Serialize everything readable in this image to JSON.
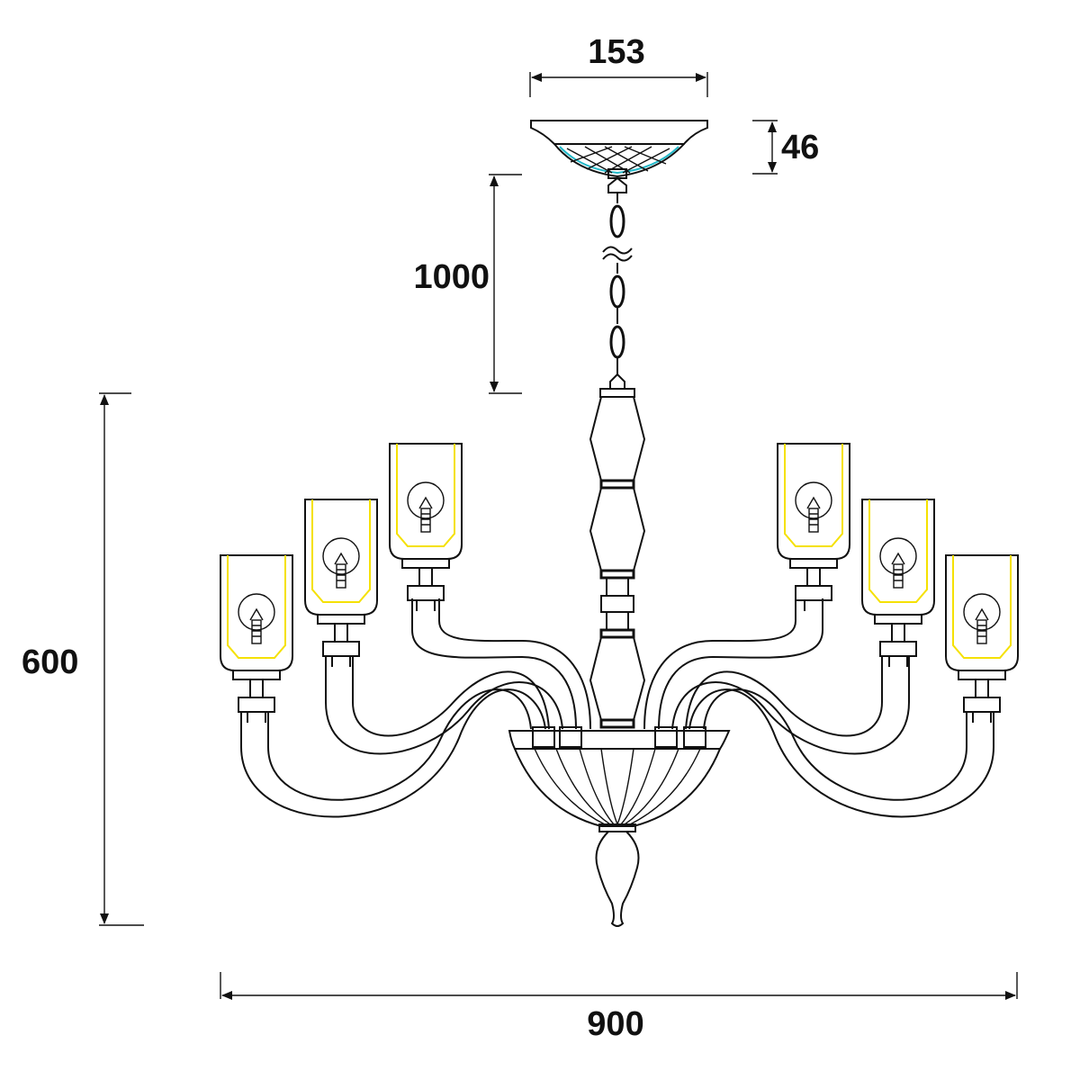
{
  "dimensions": {
    "canopy_width": "153",
    "canopy_height": "46",
    "chain_length": "1000",
    "body_height": "600",
    "overall_width": "900"
  },
  "colors": {
    "line": "#111111",
    "shade_inner": "#f5e100",
    "canopy_accent": "#22b8c8"
  },
  "arm_count": 6
}
